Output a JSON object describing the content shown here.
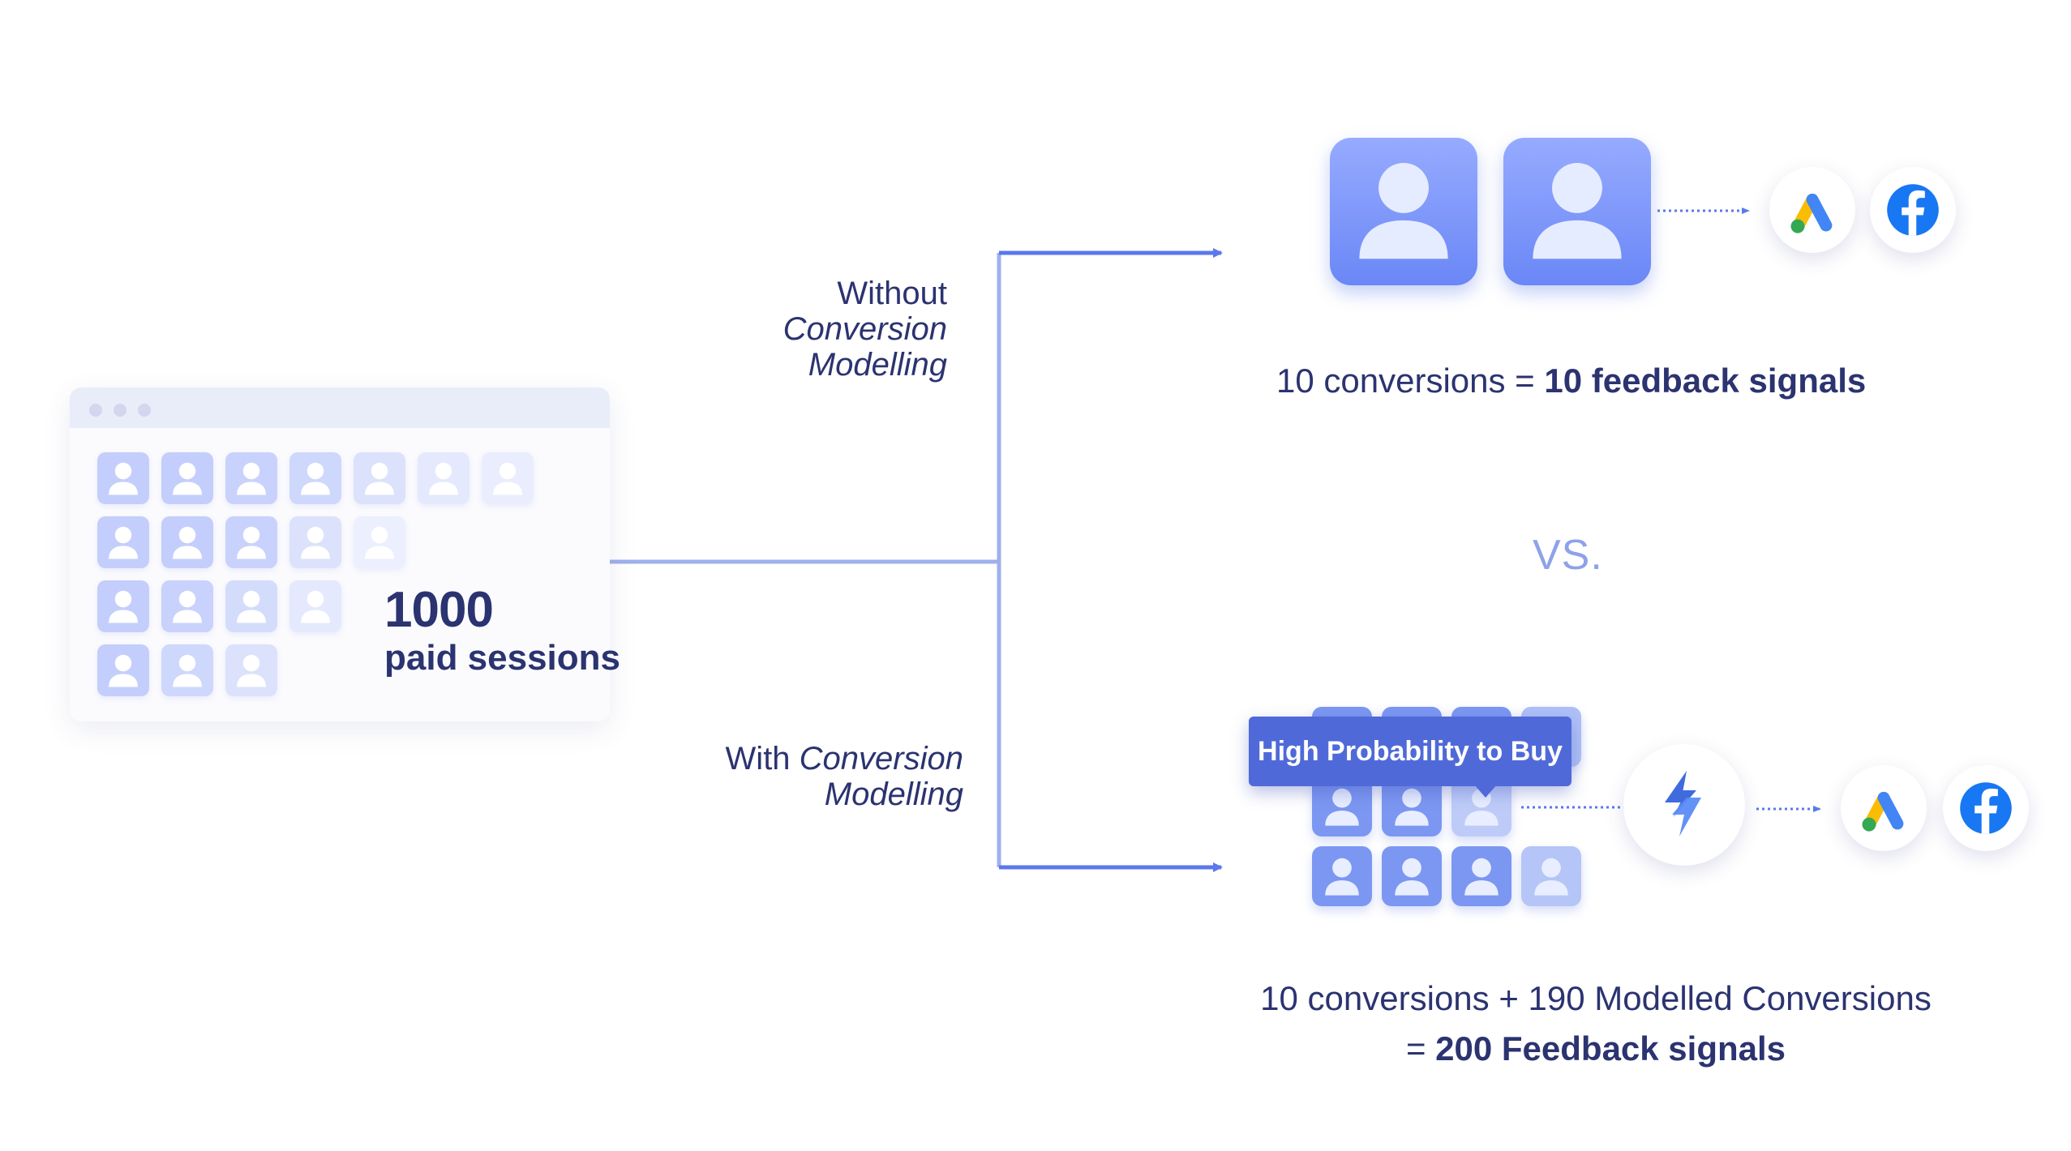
{
  "source": {
    "count": "1000",
    "label": "paid sessions"
  },
  "branches": {
    "without": {
      "line1": "Without",
      "line2": "Conversion",
      "line3": "Modelling"
    },
    "with": {
      "prefix": "With ",
      "emphasis1": "Conversion",
      "line2": "Modelling"
    }
  },
  "top_result": {
    "caption_plain": "10 conversions = ",
    "caption_bold": "10 feedback signals"
  },
  "vs_label": "VS.",
  "bottom_result": {
    "tooltip": "High Probability to Buy",
    "caption_line1": "10 conversions + 190 Modelled Conversions",
    "caption_line2_plain": "= ",
    "caption_line2_bold": "200 Feedback signals"
  },
  "icons": {
    "ads_platform": "google-ads-icon",
    "social_platform": "facebook-icon",
    "modelling_engine": "lightning-logo-icon",
    "user": "user-icon"
  },
  "colors": {
    "primary_text": "#2b3370",
    "accent_blue": "#5b78ec",
    "connector": "#9fb0ec",
    "vs": "#8ea2e8",
    "facebook": "#1877f2",
    "google_yellow": "#fbbc04",
    "google_blue": "#4285f4",
    "google_green": "#34a853"
  }
}
